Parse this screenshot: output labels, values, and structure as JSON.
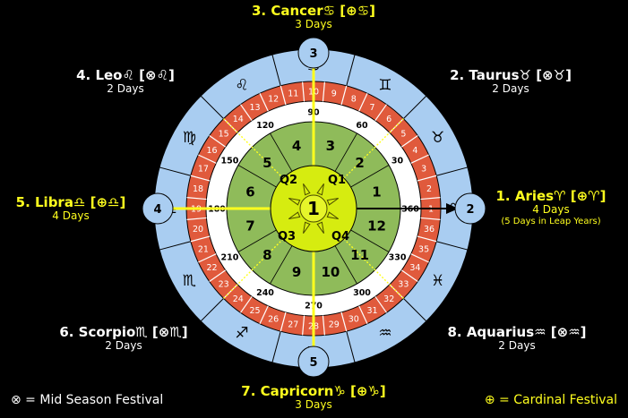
{
  "labels": {
    "cancer": {
      "name": "3. Cancer♋ [⊕♋]",
      "days": "3 Days"
    },
    "taurus": {
      "name": "2. Taurus♉ [⊗♉]",
      "days": "2 Days"
    },
    "leo": {
      "name": "4. Leo♌ [⊗♌]",
      "days": "2 Days"
    },
    "aries": {
      "name": "1. Aries♈ [⊕♈]",
      "days": "4 Days",
      "note": "(5 Days in Leap Years)"
    },
    "libra": {
      "name": "5. Libra♎ [⊕♎]",
      "days": "4 Days"
    },
    "scorpio": {
      "name": "6. Scorpio♏ [⊗♏]",
      "days": "2 Days"
    },
    "aquarius": {
      "name": "8. Aquarius♒ [⊗♒]",
      "days": "2 Days"
    },
    "capricorn": {
      "name": "7. Capricorn♑ [⊕♑]",
      "days": "3 Days"
    }
  },
  "legend": {
    "mid_season": "⊗ = Mid Season Festival",
    "cardinal": "⊕ = Cardinal Festival"
  },
  "wheel": {
    "center_label": "1",
    "quadrants": [
      "Q1",
      "Q2",
      "Q3",
      "Q4"
    ],
    "markers": [
      {
        "id": "2",
        "zodiac": "aries"
      },
      {
        "id": "3",
        "zodiac": "cancer"
      },
      {
        "id": "4",
        "zodiac": "libra"
      },
      {
        "id": "5",
        "zodiac": "capricorn"
      }
    ],
    "month_numbers": [
      "1",
      "2",
      "3",
      "4",
      "5",
      "6",
      "7",
      "8",
      "9",
      "10",
      "11",
      "12"
    ],
    "degree_labels": [
      "30",
      "60",
      "90",
      "120",
      "150",
      "180",
      "210",
      "240",
      "270",
      "300",
      "330",
      "360"
    ],
    "week_numbers": [
      "1",
      "2",
      "3",
      "4",
      "5",
      "6",
      "7",
      "8",
      "9",
      "10",
      "11",
      "12",
      "13",
      "14",
      "15",
      "16",
      "17",
      "18",
      "19",
      "20",
      "21",
      "22",
      "23",
      "24",
      "25",
      "26",
      "27",
      "28",
      "29",
      "30",
      "31",
      "32",
      "33",
      "34",
      "35",
      "36"
    ],
    "zodiac_signs": [
      "♈",
      "♉",
      "♊",
      "♋",
      "♌",
      "♍",
      "♎",
      "♏",
      "♐",
      "♑",
      "♒",
      "♓"
    ]
  },
  "colors": {
    "background": "#000000",
    "outer_ring": "#a9cdf1",
    "week_ring": "#e05a3c",
    "degree_ring": "#ffffff",
    "month_ring": "#8fbb5a",
    "sun_disc": "#d6ec10",
    "axis_yellow": "#ffff1e"
  }
}
